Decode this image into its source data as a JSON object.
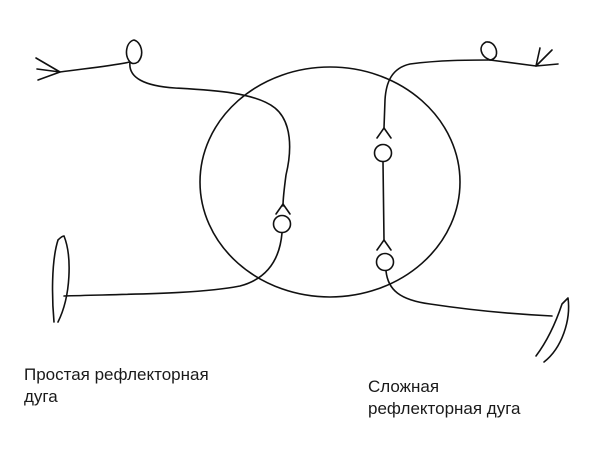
{
  "captions": {
    "simple_reflex_arc": {
      "line1": "Простая рефлекторная",
      "line2": "дуга"
    },
    "complex_reflex_arc": {
      "line1": "Сложная",
      "line2": "рефлекторная дуга"
    }
  },
  "colors": {
    "stroke": "#111111",
    "background": "#ffffff",
    "text": "#1a1a1a"
  }
}
